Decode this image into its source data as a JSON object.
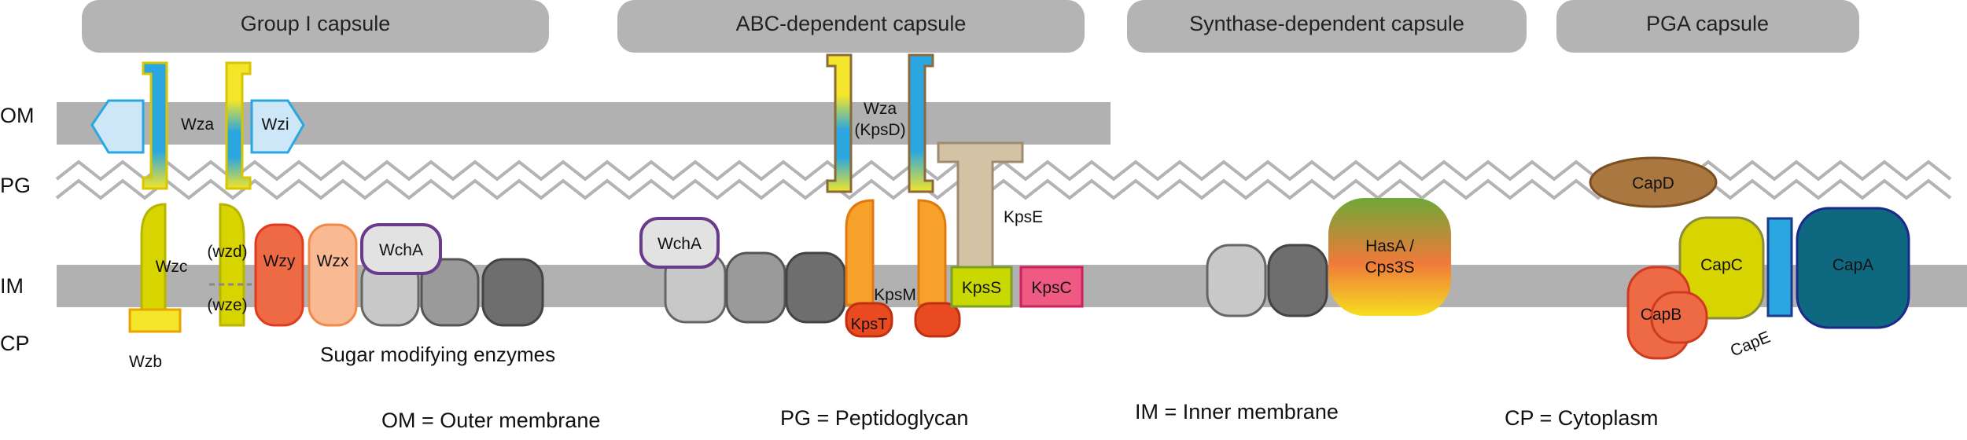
{
  "headers": [
    "Group I capsule",
    "ABC-dependent capsule",
    "Synthase-dependent capsule",
    "PGA capsule"
  ],
  "layers": [
    "OM",
    "PG",
    "IM",
    "CP"
  ],
  "legend": [
    "OM = Outer membrane",
    "PG = Peptidoglycan",
    "IM = Inner membrane",
    "CP = Cytoplasm"
  ],
  "group1": {
    "wza": "Wza",
    "wzi": "Wzi",
    "wzc": "Wzc",
    "wzd": "(wzd)",
    "wze": "(wze)",
    "wzy": "Wzy",
    "wzx": "Wzx",
    "wcha": "WchA",
    "wzb": "Wzb",
    "sugar": "Sugar modifying enzymes"
  },
  "abc": {
    "wza_line1": "Wza",
    "wza_line2": "(KpsD)",
    "wcha": "WchA",
    "kpsm": "KpsM",
    "kpst": "KpsT",
    "kpse": "KpsE",
    "kpss": "KpsS",
    "kpsc": "KpsC"
  },
  "synthase": {
    "line1": "HasA /",
    "line2": "Cps3S"
  },
  "pga": {
    "capd": "CapD",
    "capc": "CapC",
    "capa": "CapA",
    "capb": "CapB",
    "cape": "CapE"
  },
  "colors": {
    "header_fill": "#b4b4b4",
    "membrane": "#b1b1b1",
    "wavy": "#b3b3b3",
    "porin_blue": "#2aa6e0",
    "porin_yellow": "#f2e52a",
    "wzi_fill": "#cde7f8",
    "wzi_stroke": "#2aa6e0",
    "lime": "#d7d400",
    "wzy": "#ee6a45",
    "wzx": "#f8b993",
    "kps_orange": "#f7a02a",
    "kpst": "#e94a20",
    "kpse": "#d3c3a5",
    "kpss": "#c9d800",
    "kpsc": "#ee5a82",
    "capd": "#a9773f",
    "capa": "#0e6980",
    "cape": "#2aa6e0",
    "capb": "#ee6a45",
    "grey_light": "#c8c8c8",
    "grey_mid": "#9a9a9a",
    "grey_dark": "#6e6e6e"
  }
}
